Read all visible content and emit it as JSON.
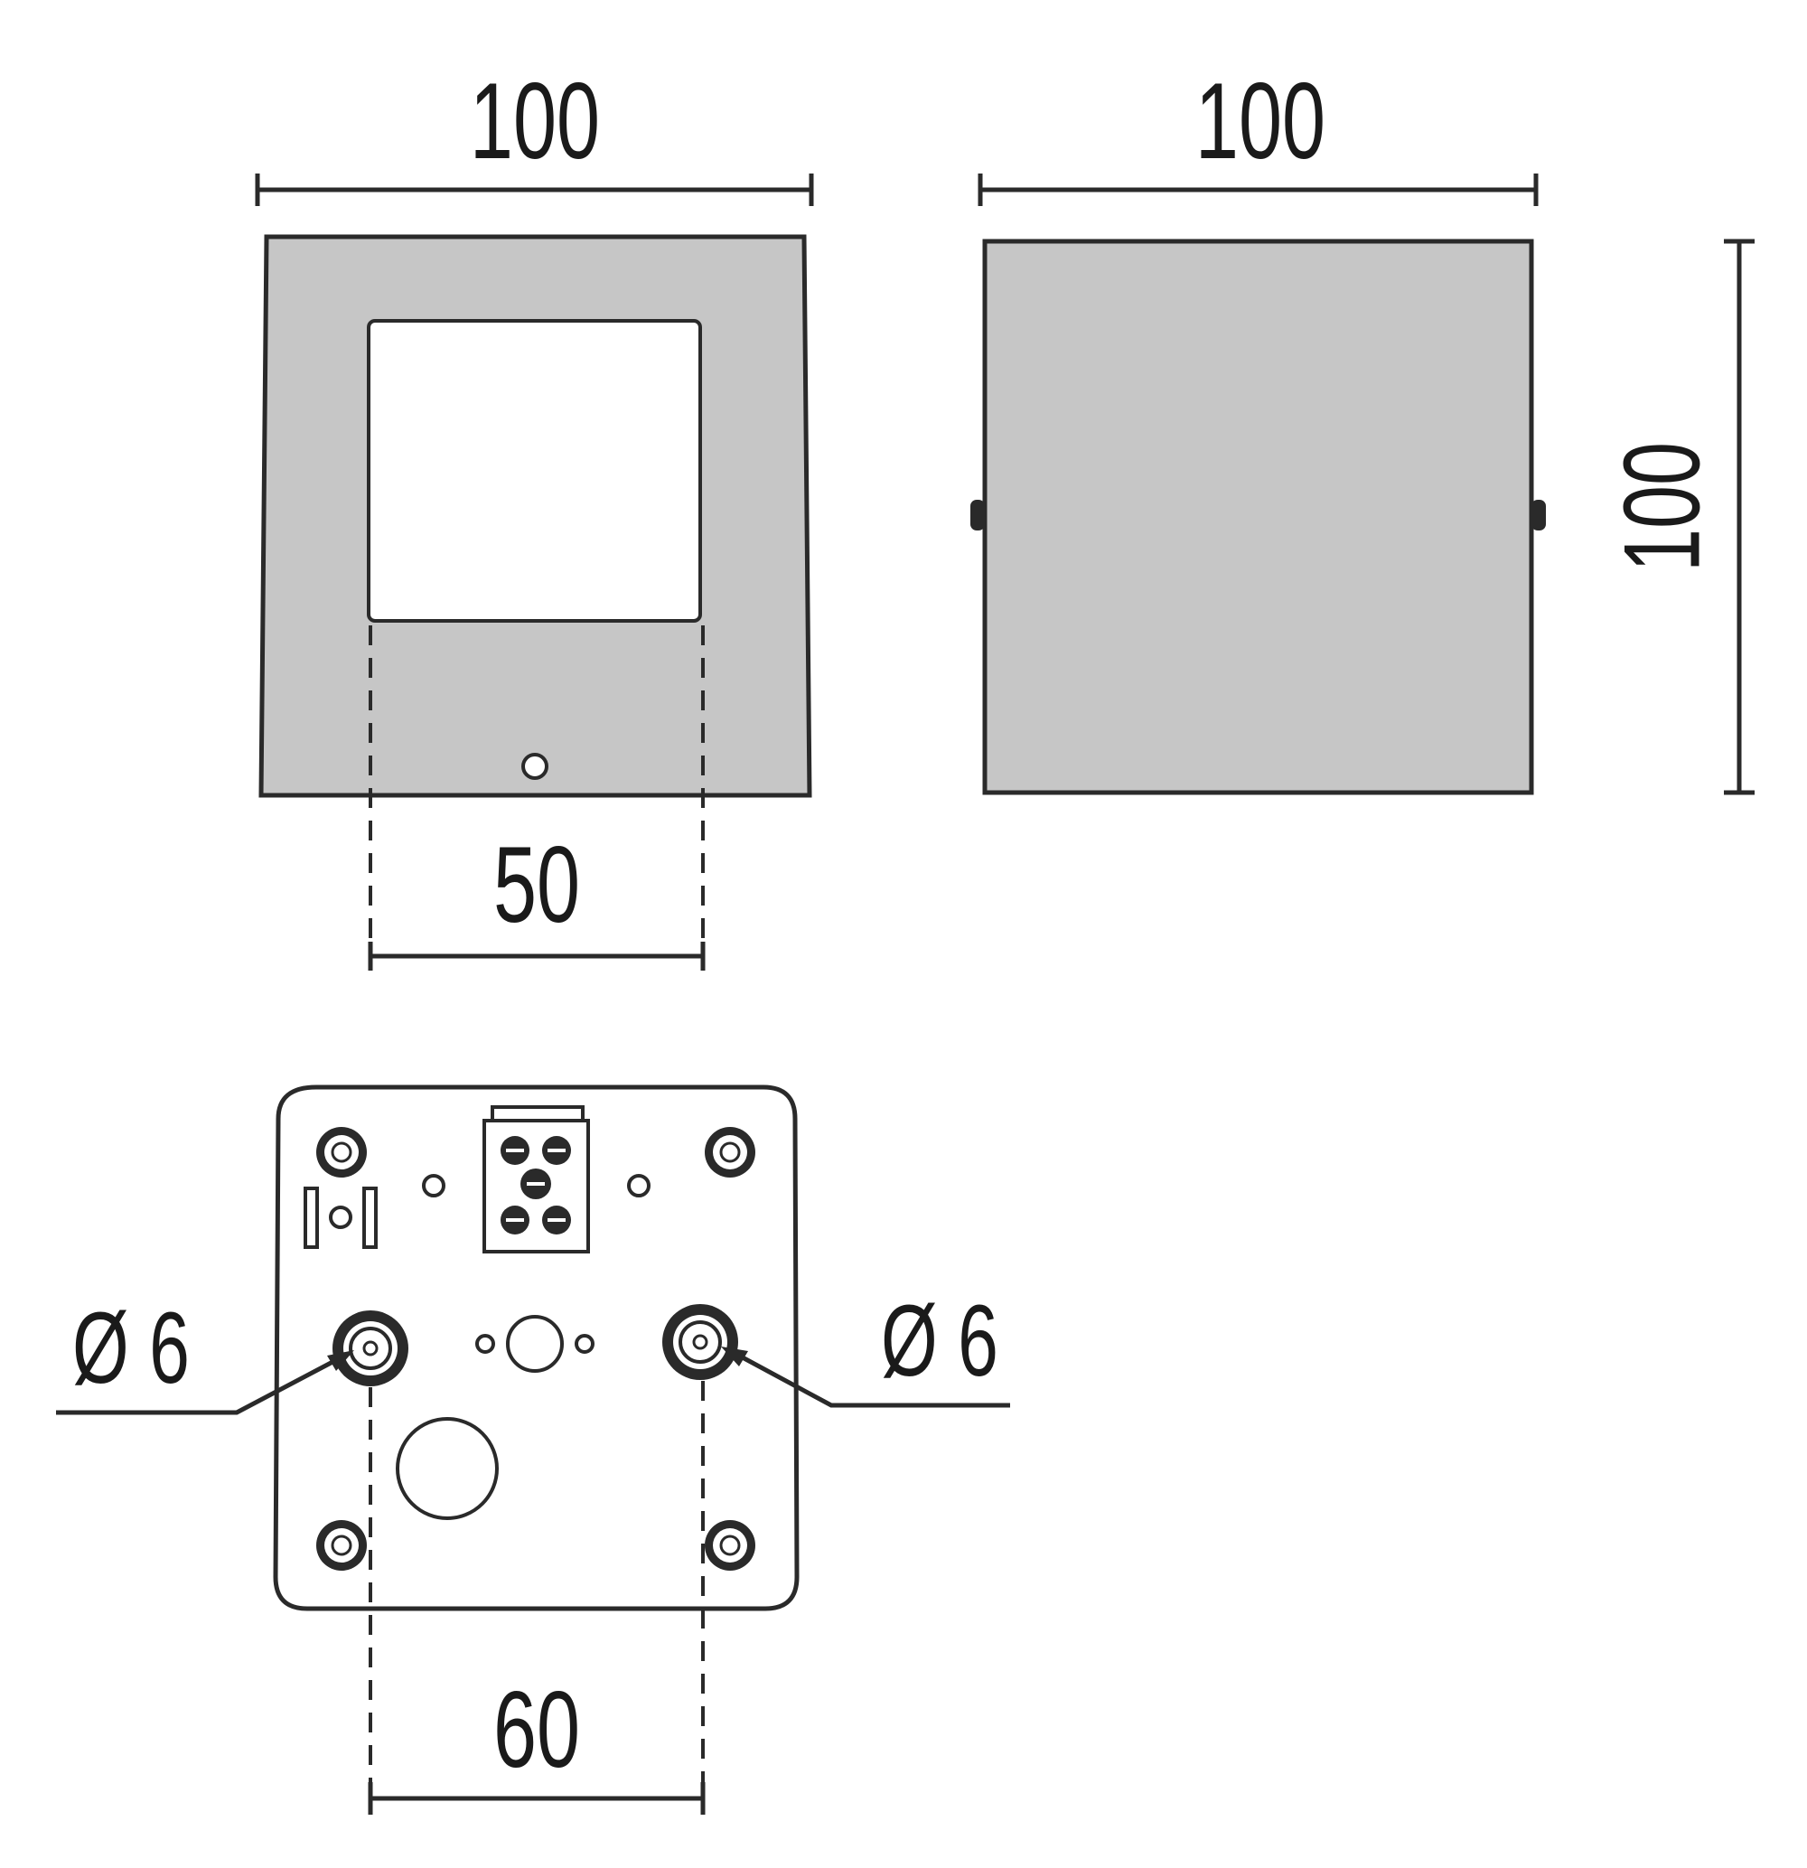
{
  "colors": {
    "body_fill": "#c6c6c6",
    "line": "#2a2a2a",
    "background": "#ffffff"
  },
  "front_view": {
    "width_label": "100",
    "window_width_label": "50"
  },
  "side_view": {
    "width_label": "100",
    "height_label": "100"
  },
  "base_plate": {
    "left_hole_label": "Ø 6",
    "right_hole_label": "Ø 6",
    "hole_spacing_label": "60"
  }
}
